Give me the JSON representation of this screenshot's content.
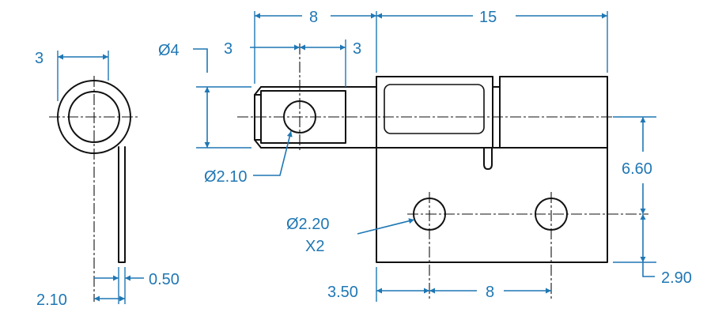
{
  "drawing": {
    "line_color": "#111111",
    "dimension_color": "#1f77b4",
    "side_view": {
      "width_top": "3",
      "offset_bottom": "2.10",
      "thickness": "0.50"
    },
    "front_view": {
      "pin_diameter": "Ø4",
      "pin_left": "3",
      "pin_right": "3",
      "pin_length": "8",
      "leaf_width": "15",
      "pin_hole": "Ø2.10",
      "mount_hole": "Ø2.20",
      "mount_hole_count": "X2",
      "hole_height": "6.60",
      "hole_bottom": "2.90",
      "hole_left": "3.50",
      "hole_spacing": "8"
    }
  }
}
